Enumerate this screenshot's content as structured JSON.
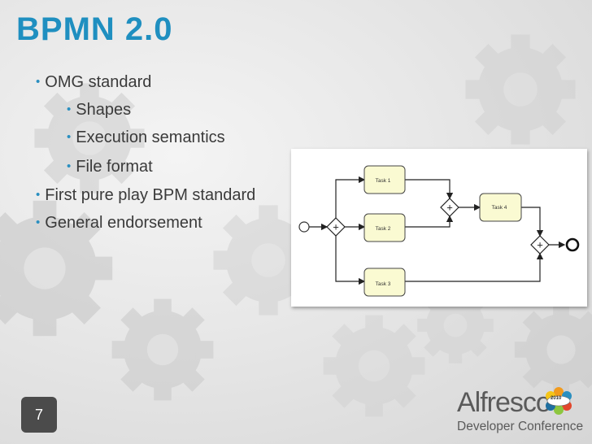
{
  "slide": {
    "title": "BPMN 2.0",
    "page_number": "7"
  },
  "bullets": [
    {
      "text": "OMG standard",
      "level": 1
    },
    {
      "text": "Shapes",
      "level": 2
    },
    {
      "text": "Execution semantics",
      "level": 2
    },
    {
      "text": "File format",
      "level": 2
    },
    {
      "text": "First pure play BPM standard",
      "level": 1
    },
    {
      "text": "General endorsement",
      "level": 1
    }
  ],
  "diagram": {
    "tasks": [
      "Task 1",
      "Task 2",
      "Task 3",
      "Task 4"
    ],
    "gateway_symbol": "+"
  },
  "logo": {
    "name": "Alfresco",
    "subtitle": "Developer Conference",
    "year": "2010"
  },
  "colors": {
    "title": "#1f8fc0",
    "bullet_marker": "#2a8fc0",
    "task_fill": "#fafad2",
    "page_number_bg": "#4b4b4b"
  },
  "icons": {
    "background": "gear-icon",
    "start_event": "circle",
    "end_event": "bold-circle",
    "gateway": "parallel-gateway-icon"
  }
}
